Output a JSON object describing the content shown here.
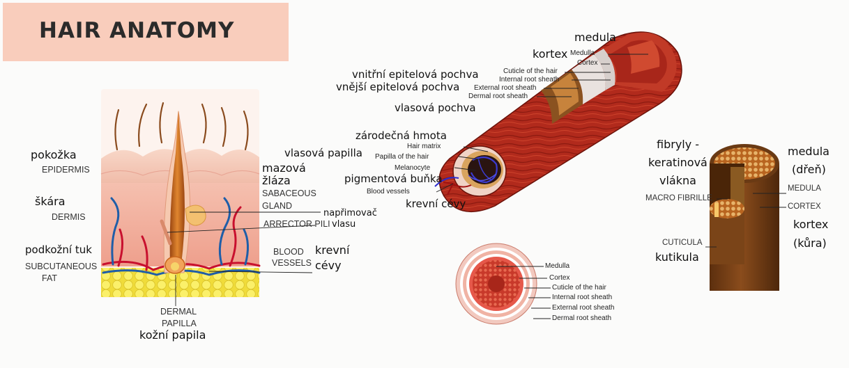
{
  "title": "HAIR ANATOMY",
  "skin": {
    "pokozka": "pokožka",
    "epidermis": "EPIDERMIS",
    "skara": "škára",
    "dermis": "DERMIS",
    "podkozni": "podkožní tuk",
    "subcutaneous": "SUBCUTANEOUS",
    "fat": "FAT",
    "mazova": "mazová",
    "zlaza": "žláza",
    "sebaceous": "SABACEOUS",
    "gland": "GLAND",
    "arrector": "ARRECTOR PILI",
    "naprimovac": "napřimovač",
    "vlasu": "vlasu",
    "blood": "BLOOD",
    "vessels": "VESSELS",
    "krevni": "krevní",
    "cevy": "cévy",
    "dermal": "DERMAL",
    "papilla": "PAPILLA",
    "kozni_papila": "kožní papila"
  },
  "shaft": {
    "medula": "medula",
    "kortex": "kortex",
    "medulla_en": "Medulla",
    "cortex_en": "Cortex",
    "cuticle_en": "Cuticle of the hair",
    "internal_en": "Internal root sheath",
    "external_en": "External root sheath",
    "dermal_en": "Dermal root sheath",
    "vnitrni": "vnitřní epitelová pochva",
    "vnejsi": "vnější epitelová pochva",
    "vlasova_pochva": "vlasová pochva",
    "zarodecna": "zárodečná hmota",
    "hair_matrix": "Hair matrix",
    "vlasova_papilla": "vlasová papilla",
    "papilla_hair": "Papilla of the hair",
    "melanocyte": "Melanocyte",
    "pigmentova": "pigmentová buňka",
    "blood_vessels": "Blood vessels",
    "krevni_cevy": "krevní cévy"
  },
  "cross": {
    "medulla": "Medulla",
    "cortex": "Cortex",
    "cuticle": "Cuticle of the hair",
    "internal": "Internal root sheath",
    "external": "External root sheath",
    "dermal": "Dermal root sheath"
  },
  "block": {
    "fibryly": "fibryly -",
    "keratinova": "keratinová",
    "vlakna": "vlákna",
    "macro": "MACRO FIBRILLE",
    "medula": "medula",
    "dren": "(dřeň)",
    "medula_en": "MEDULA",
    "cortex_en": "CORTEX",
    "kortex": "kortex",
    "kura": "(kůra)",
    "cuticula": "CUTICULA",
    "kutikula": "kutikula"
  },
  "colors": {
    "title_bg": "#f9cdbc",
    "epidermis": "#f3c7b6",
    "dermis": "#f2b3a3",
    "fat": "#f6e84a",
    "hair": "#c8651c",
    "artery": "#c8102e",
    "vein": "#1f5ea8",
    "shaft_red": "#b8281a",
    "fiber_brown": "#7a4418"
  }
}
